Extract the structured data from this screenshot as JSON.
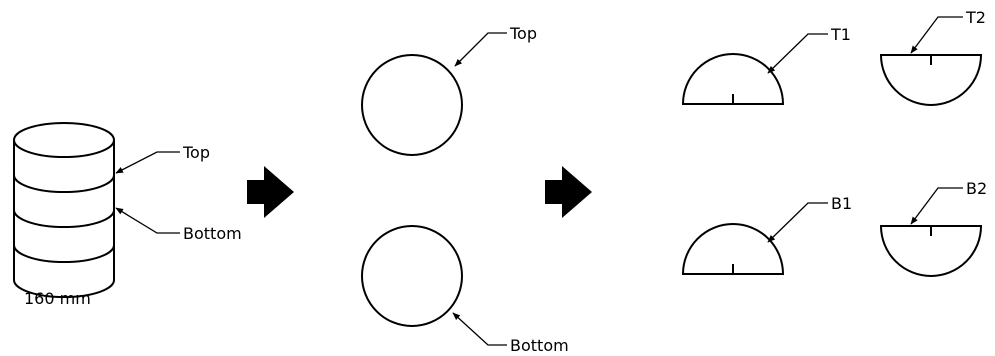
{
  "stage1": {
    "top_label": "Top",
    "bottom_label": "Bottom",
    "dimension_label": "160 mm"
  },
  "stage2": {
    "top_label": "Top",
    "bottom_label": "Bottom"
  },
  "stage3": {
    "t1_label": "T1",
    "t2_label": "T2",
    "b1_label": "B1",
    "b2_label": "B2"
  },
  "colors": {
    "line": "#000000",
    "background": "#ffffff"
  }
}
